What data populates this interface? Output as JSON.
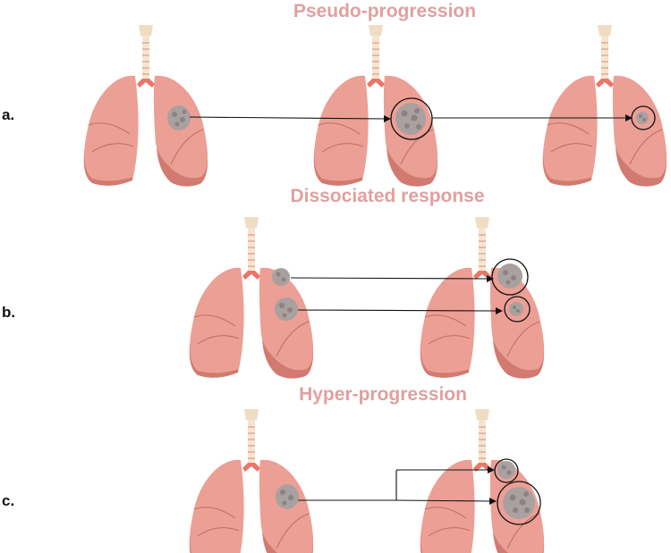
{
  "sections": [
    {
      "letter": "a.",
      "title": "Pseudo-progression"
    },
    {
      "letter": "b.",
      "title": "Dissociated response"
    },
    {
      "letter": "c.",
      "title": "Hyper-progression"
    }
  ],
  "colors": {
    "title": "#e0a0a0",
    "lung_fill": "#eb9f95",
    "lung_shadow": "#d27a70",
    "lung_lobe_line": "#c46c62",
    "trachea": "#f5e5cf",
    "trachea_ring": "#d88b7e",
    "bronchi": "#e8776a",
    "tumor": "#a9a0a0",
    "tumor_dark": "#8c8282",
    "arrow": "#111111"
  },
  "icons": {
    "lung": "lungs-icon",
    "tumor": "tumor-icon",
    "highlight": "highlight-circle"
  }
}
